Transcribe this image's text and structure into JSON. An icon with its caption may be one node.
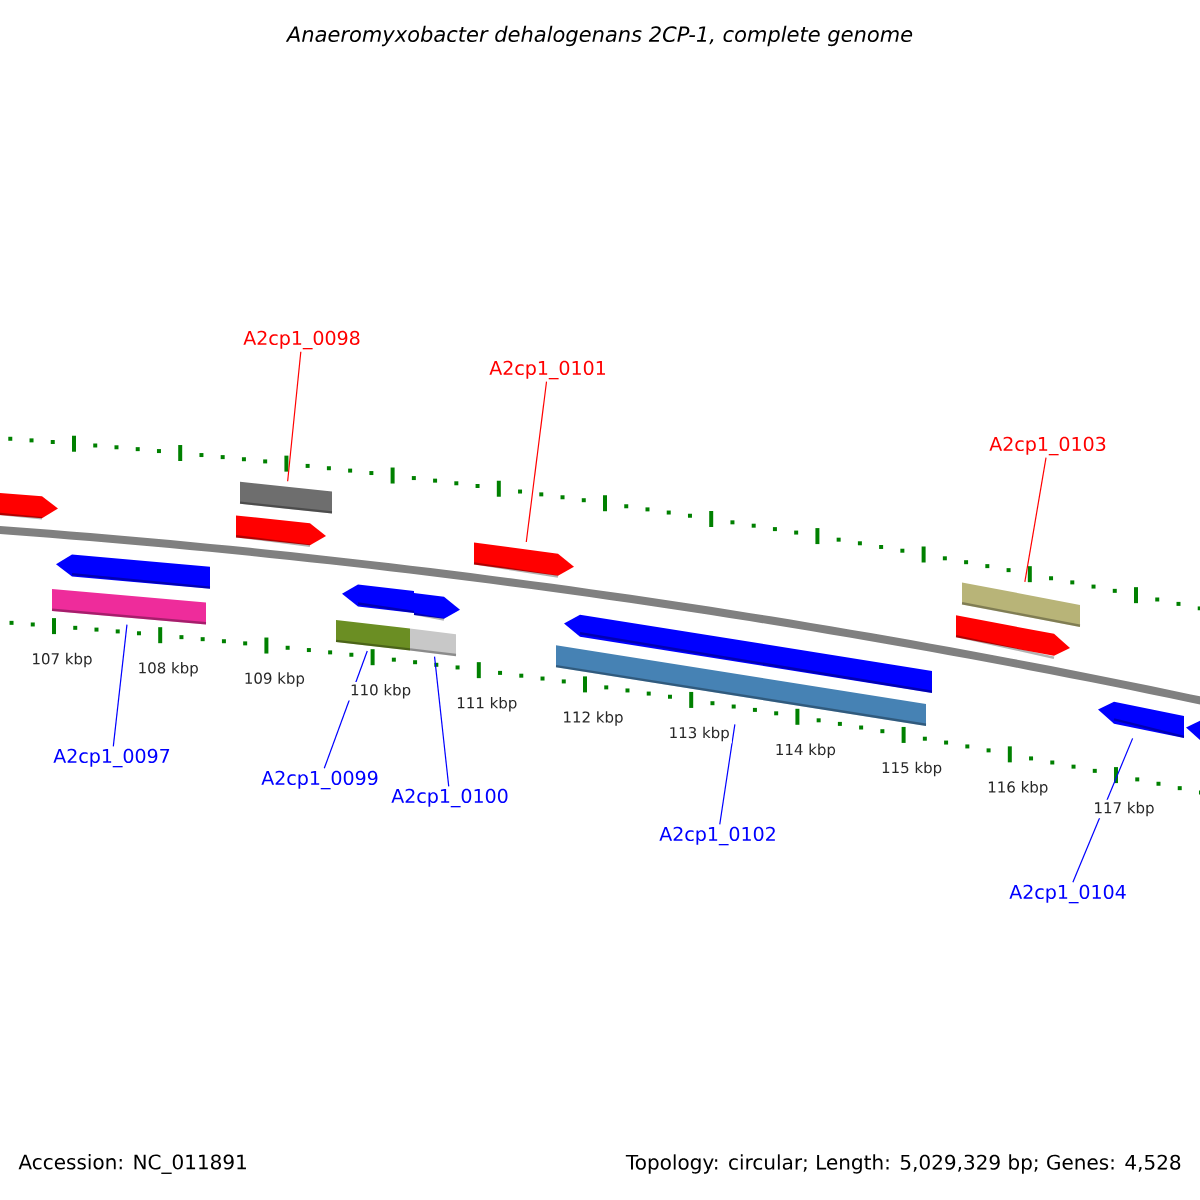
{
  "diagram": {
    "title": "Anaeromyxobacter dehalogenans 2CP-1, complete genome",
    "nodes": [
      {
        "text": [
          "A2cp1_0098"
        ]
      },
      {
        "text": [
          "A2cp1_0101"
        ]
      },
      {
        "text": [
          "A2cp1_0103"
        ]
      },
      {
        "text": [
          "A2cp1_0097"
        ]
      },
      {
        "text": [
          "A2cp1_0099"
        ]
      },
      {
        "text": [
          "A2cp1_0100"
        ]
      },
      {
        "text": [
          "A2cp1_0102"
        ]
      },
      {
        "text": [
          "A2cp1_0104"
        ]
      },
      {
        "text": [],
        "shape": "arrow"
      },
      {
        "text": [],
        "shape": "arrow"
      },
      {
        "text": [],
        "shape": "box"
      },
      {
        "text": [],
        "shape": "box"
      },
      {
        "text": [],
        "shape": "arrow"
      },
      {
        "text": [],
        "shape": "box"
      },
      {
        "text": [],
        "shape": "arrow"
      },
      {
        "text": [],
        "shape": "box"
      },
      {
        "text": [],
        "shape": "arrow"
      },
      {
        "text": [],
        "shape": "arrow"
      },
      {
        "text": [],
        "shape": "box"
      },
      {
        "text": [],
        "shape": "arrow"
      },
      {
        "text": [],
        "shape": "arrow"
      },
      {
        "text": [],
        "shape": "box"
      },
      {
        "text": [],
        "shape": "arrow"
      },
      {
        "text": [],
        "shape": "arrow"
      }
    ],
    "edges": [
      {
        "from": 0,
        "to": 11,
        "arrow": "none",
        "color": "#ff0000"
      },
      {
        "from": 1,
        "to": 17,
        "arrow": "none",
        "color": "#ff0000"
      },
      {
        "from": 2,
        "to": 21,
        "arrow": "none",
        "color": "#ff0000"
      },
      {
        "from": 3,
        "to": 10,
        "arrow": "none",
        "color": "#0000ff"
      },
      {
        "from": 4,
        "to": 13,
        "arrow": "none",
        "color": "#0000ff"
      },
      {
        "from": 5,
        "to": 15,
        "arrow": "none",
        "color": "#0000ff"
      },
      {
        "from": 6,
        "to": 18,
        "arrow": "none",
        "color": "#0000ff"
      },
      {
        "from": 7,
        "to": 22,
        "arrow": "none",
        "color": "#0000ff"
      }
    ],
    "labels": [
      "107 kbp",
      "108 kbp",
      "109 kbp",
      "110 kbp",
      "111 kbp",
      "112 kbp",
      "113 kbp",
      "114 kbp",
      "115 kbp",
      "116 kbp",
      "117 kbp",
      "Accession: NC_011891",
      "Topology: circular; Length: 5,029,329 bp; Genes: 4,528"
    ]
  }
}
